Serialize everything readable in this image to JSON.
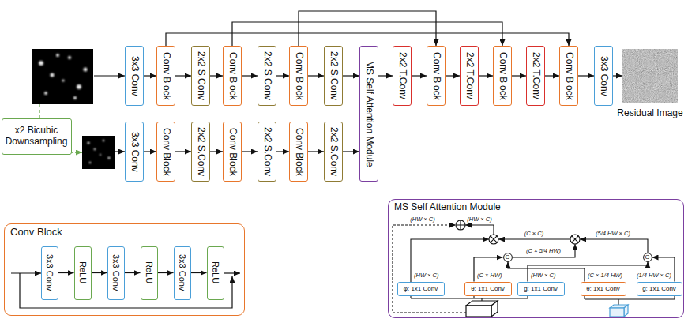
{
  "diagram": {
    "nodes": [
      {
        "text": [
          "3x3 Conv"
        ]
      },
      {
        "text": [
          "Conv Block"
        ]
      },
      {
        "text": [
          "2x2 S.Conv"
        ]
      },
      {
        "text": [
          "Conv Block"
        ]
      },
      {
        "text": [
          "2x2 S.Conv"
        ]
      },
      {
        "text": [
          "Conv Block"
        ]
      },
      {
        "text": [
          "2x2 S.Conv"
        ]
      },
      {
        "text": [
          "MS Self Attention Module"
        ]
      },
      {
        "text": [
          "2x2 T.Conv"
        ]
      },
      {
        "text": [
          "Conv Block"
        ]
      },
      {
        "text": [
          "2x2 T.Conv"
        ]
      },
      {
        "text": [
          "Conv Block"
        ]
      },
      {
        "text": [
          "2x2 T.Conv"
        ]
      },
      {
        "text": [
          "Conv Block"
        ]
      },
      {
        "text": [
          "3x3 Conv"
        ]
      },
      {
        "text": [
          "x2 Bicubic Downsampling"
        ]
      },
      {
        "text": [
          "3x3 Conv"
        ]
      },
      {
        "text": [
          "Conv Block"
        ]
      },
      {
        "text": [
          "2x2 S.Conv"
        ]
      },
      {
        "text": [
          "Conv Block"
        ]
      },
      {
        "text": [
          "2x2 S.Conv"
        ]
      },
      {
        "text": [
          "Conv Block"
        ]
      },
      {
        "text": [
          "2x2 S.Conv"
        ]
      },
      {
        "text": [
          "Conv Block"
        ]
      },
      {
        "text": [
          "3x3 Conv"
        ],
        "in": 23
      },
      {
        "text": [
          "ReLU"
        ],
        "in": 23
      },
      {
        "text": [
          "3x3 Conv"
        ],
        "in": 23
      },
      {
        "text": [
          "ReLU"
        ],
        "in": 23
      },
      {
        "text": [
          "3x3 Conv"
        ],
        "in": 23
      },
      {
        "text": [
          "ReLU"
        ],
        "in": 23
      },
      {
        "text": [
          "MS Self Attention Module"
        ]
      },
      {
        "text": [
          "C"
        ],
        "in": 30
      },
      {
        "text": [
          "C"
        ],
        "in": 30
      },
      {
        "text": [
          "φ: 1x1 Conv"
        ],
        "in": 30
      },
      {
        "text": [
          "θ: 1x1 Conv"
        ],
        "in": 30
      },
      {
        "text": [
          "g: 1x1 Conv"
        ],
        "in": 30
      },
      {
        "text": [
          "θ: 1x1 Conv"
        ],
        "in": 30
      },
      {
        "text": [
          "g: 1x1 Conv"
        ],
        "in": 30
      }
    ],
    "edges": [
      {
        "from": 0,
        "to": 1,
        "arrow": "to"
      },
      {
        "from": 1,
        "to": 2,
        "arrow": "to"
      },
      {
        "from": 2,
        "to": 3,
        "arrow": "to"
      },
      {
        "from": 3,
        "to": 4,
        "arrow": "to"
      },
      {
        "from": 4,
        "to": 5,
        "arrow": "to"
      },
      {
        "from": 5,
        "to": 6,
        "arrow": "to"
      },
      {
        "from": 6,
        "to": 7,
        "arrow": "to"
      },
      {
        "from": 7,
        "to": 8,
        "arrow": "to"
      },
      {
        "from": 8,
        "to": 9,
        "arrow": "to"
      },
      {
        "from": 9,
        "to": 10,
        "arrow": "to"
      },
      {
        "from": 10,
        "to": 11,
        "arrow": "to"
      },
      {
        "from": 11,
        "to": 12,
        "arrow": "to"
      },
      {
        "from": 12,
        "to": 13,
        "arrow": "to"
      },
      {
        "from": 13,
        "to": 14,
        "arrow": "to"
      },
      {
        "from": 5,
        "to": 9,
        "arrow": "to"
      },
      {
        "from": 3,
        "to": 11,
        "arrow": "to"
      },
      {
        "from": 1,
        "to": 13,
        "arrow": "to"
      },
      {
        "from": 16,
        "to": 17,
        "arrow": "to"
      },
      {
        "from": 17,
        "to": 18,
        "arrow": "to"
      },
      {
        "from": 18,
        "to": 19,
        "arrow": "to"
      },
      {
        "from": 19,
        "to": 20,
        "arrow": "to"
      },
      {
        "from": 20,
        "to": 21,
        "arrow": "to"
      },
      {
        "from": 21,
        "to": 22,
        "arrow": "to"
      },
      {
        "from": 22,
        "to": 7,
        "arrow": "to"
      },
      {
        "from": 24,
        "to": 25,
        "arrow": "to"
      },
      {
        "from": 25,
        "to": 26,
        "arrow": "to"
      },
      {
        "from": 26,
        "to": 27,
        "arrow": "to"
      },
      {
        "from": 27,
        "to": 28,
        "arrow": "to"
      },
      {
        "from": 28,
        "to": 29,
        "arrow": "to"
      },
      {
        "from": 34,
        "to": 31,
        "arrow": "to"
      },
      {
        "from": 36,
        "to": 31,
        "arrow": "to"
      },
      {
        "from": 35,
        "to": 32,
        "arrow": "to"
      },
      {
        "from": 37,
        "to": 32,
        "arrow": "to"
      }
    ],
    "labels": [
      "Residual Image",
      "(HW × C)",
      "(HW × C)",
      "(C × C)",
      "(5/4 HW × C)",
      "(C × 5/4 HW)",
      "(HW × C)",
      "(C × HW)",
      "(HW × C)",
      "(C × 1/4 HW)",
      "(1/4 HW × C)"
    ]
  }
}
